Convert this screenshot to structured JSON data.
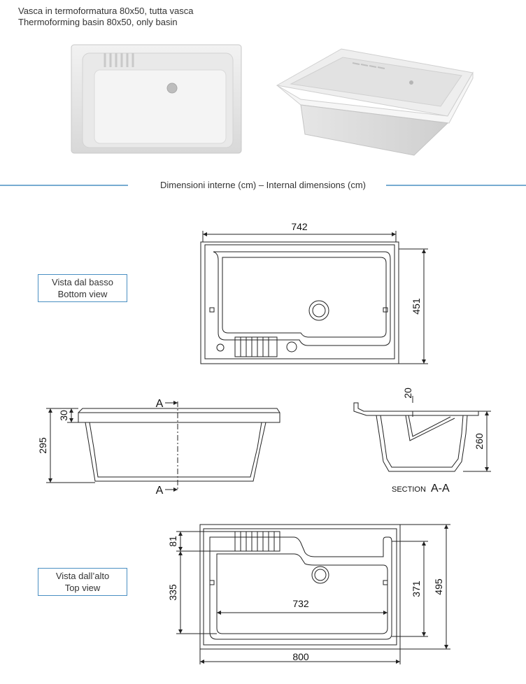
{
  "header": {
    "line_it": "Vasca in termoformatura 80x50, tutta vasca",
    "line_en": "Thermoforming basin 80x50, only basin"
  },
  "divider": {
    "label": "Dimensioni interne (cm) – Internal dimensions (cm)"
  },
  "bottom_view": {
    "label_it": "Vista dal basso",
    "label_en": "Bottom view",
    "dim_width": "742",
    "dim_height": "451"
  },
  "side_view": {
    "dim_height": "295",
    "dim_rim": "30",
    "section_marker_top": "A",
    "section_marker_bottom": "A"
  },
  "section_view": {
    "label_prefix": "SECTION",
    "label_id": "A-A",
    "dim_rim": "20",
    "dim_depth": "260"
  },
  "top_view": {
    "label_it": "Vista dall’alto",
    "label_en": "Top view",
    "dim_washboard": "81",
    "dim_inner_depth": "335",
    "dim_inner_width": "732",
    "dim_outer_width": "800",
    "dim_inner_height": "371",
    "dim_outer_height": "495"
  },
  "colors": {
    "accent": "#4a8fc2",
    "line": "#222222"
  }
}
